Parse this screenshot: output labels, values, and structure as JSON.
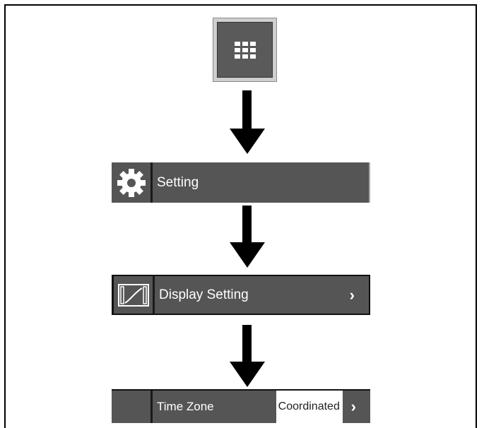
{
  "steps": {
    "setting_label": "Setting",
    "display_setting_label": "Display Setting",
    "time_zone_label": "Time Zone",
    "time_zone_value": "Coordinated",
    "chevron": "›"
  },
  "icons": {
    "menu": "apps-grid-icon",
    "setting": "gear-icon",
    "display": "display-image-icon",
    "chevron": "chevron-right-icon"
  },
  "colors": {
    "bar": "#555555",
    "arrow": "#000000"
  }
}
